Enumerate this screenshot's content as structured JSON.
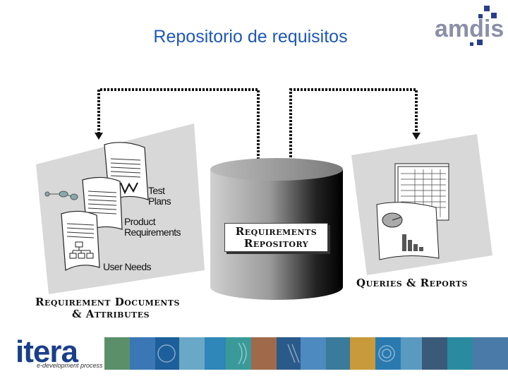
{
  "title": "Repositorio de requisitos",
  "logo": {
    "text": "amdis"
  },
  "repository": {
    "label_line1": "Requirements",
    "label_line2": "Repository"
  },
  "queries": {
    "label": "Queries & Reports"
  },
  "documents": {
    "label_line1": "Requirement Documents",
    "label_line2": "& Attributes",
    "test_plans_line1": "Test",
    "test_plans_line2": "Plans",
    "product_req_line1": "Product",
    "product_req_line2": "Requirements",
    "user_needs": "User Needs"
  },
  "footer": {
    "brand": "itera",
    "tagline": "e-development process"
  },
  "colors": {
    "title": "#1f57b8",
    "brand": "#1a3f8a",
    "logo_accent": "#2a3d8f"
  }
}
